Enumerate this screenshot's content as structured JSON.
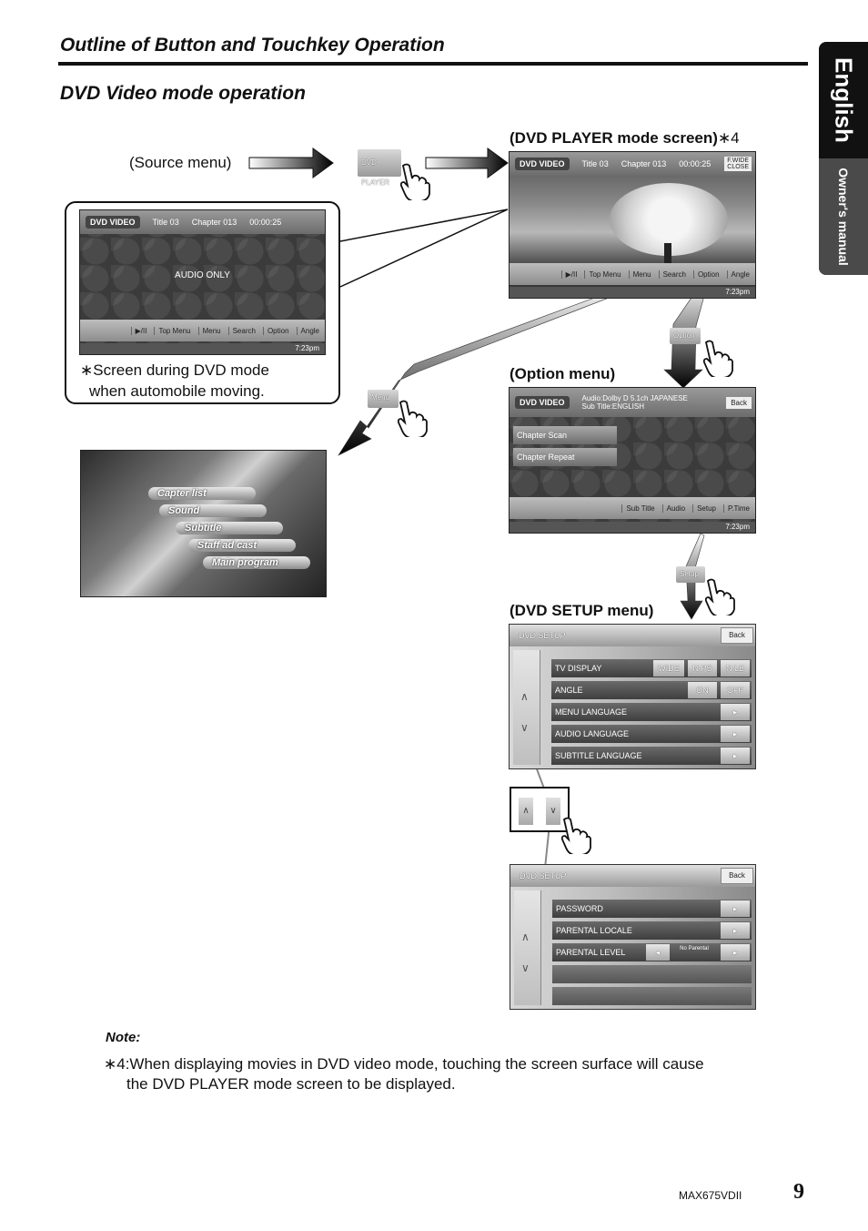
{
  "header": {
    "section_title": "Outline of Button and Touchkey Operation",
    "subsection_title": "DVD Video mode operation"
  },
  "side_tab": {
    "language": "English",
    "manual": "Owner's manual"
  },
  "labels": {
    "source_menu": "(Source menu)",
    "dvd_player_screen": "(DVD PLAYER mode screen)",
    "dvd_player_note_ref": "∗4",
    "option_menu": "(Option menu)",
    "dvd_setup_menu": "(DVD SETUP menu)",
    "moving_note_line1": "∗Screen during DVD mode",
    "moving_note_line2": "when automobile moving."
  },
  "chips": {
    "dvd_player": "DVD PLAYER",
    "option": "Option",
    "menu": "Menu",
    "setup": "Setup"
  },
  "moving_screen": {
    "top_tag": "DVD VIDEO",
    "title": "Title 03",
    "chapter": "Chapter 013",
    "time": "00:00:25",
    "center": "AUDIO ONLY",
    "buttons": [
      "▶/II",
      "Top Menu",
      "Menu",
      "Search",
      "Option",
      "Angle"
    ],
    "clock": "7:23pm"
  },
  "player_screen": {
    "top_tag": "DVD VIDEO",
    "title": "Title 03",
    "chapter": "Chapter 013",
    "time": "00:00:25",
    "wide": "F.WIDE",
    "close": "CLOSE",
    "buttons": [
      "▶/II",
      "Top Menu",
      "Menu",
      "Search",
      "Option",
      "Angle"
    ],
    "clock": "7:23pm"
  },
  "disc_menu": {
    "items": [
      "Capter list",
      "Sound",
      "Subtitle",
      "Staff ad cast",
      "Main program"
    ]
  },
  "option_screen": {
    "top_tag": "DVD VIDEO",
    "audio_info": "Audio:Dolby D 5.1ch  JAPANESE",
    "sub_info": "Sub Title:ENGLISH",
    "back": "Back",
    "items": [
      "Chapter Scan",
      "Chapter Repeat"
    ],
    "buttons": [
      "Sub Title",
      "Audio",
      "Setup",
      "P.Time"
    ],
    "clock": "7:23pm"
  },
  "setup_screen_1": {
    "title": "DVD SETUP",
    "back": "Back",
    "rows": [
      "TV DISPLAY",
      "ANGLE",
      "MENU LANGUAGE",
      "AUDIO LANGUAGE",
      "SUBTITLE LANGUAGE"
    ],
    "tv_options": [
      "WIDE",
      "N PS",
      "N LB"
    ],
    "angle_options": [
      "ON",
      "OFF"
    ]
  },
  "setup_screen_2": {
    "title": "DVD SETUP",
    "back": "Back",
    "rows": [
      "PASSWORD",
      "PARENTAL LOCALE",
      "PARENTAL LEVEL"
    ],
    "level_value": "No Parental"
  },
  "note": {
    "title": "Note:",
    "line1": "∗4:When displaying movies in DVD video mode, touching the screen surface will cause",
    "line2": "the DVD PLAYER mode screen to be displayed."
  },
  "footer": {
    "model": "MAX675VDII",
    "page": "9"
  }
}
